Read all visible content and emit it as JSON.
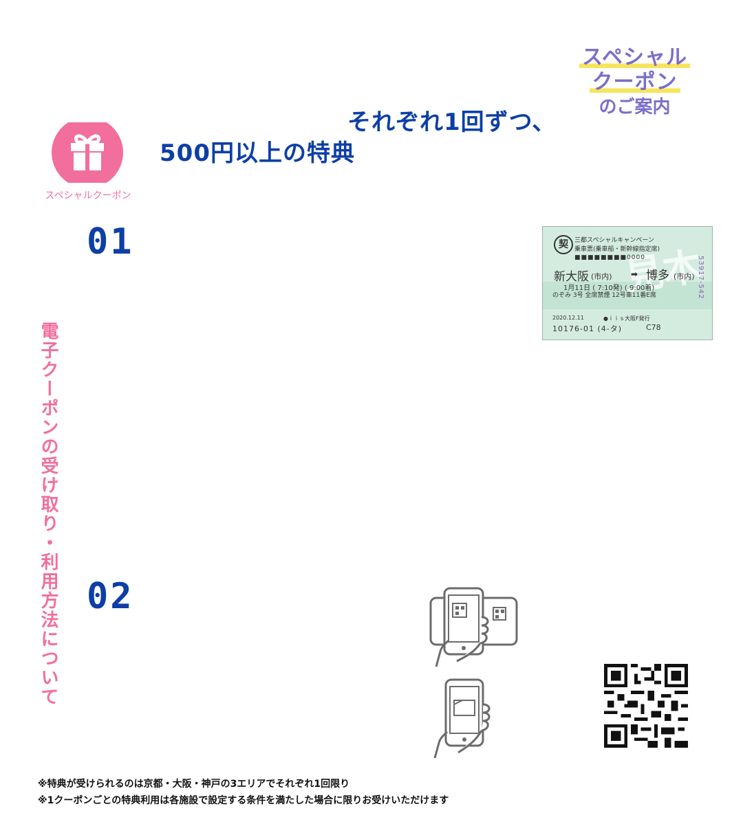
{
  "badge": {
    "line1": "スペシャル",
    "line2": "クーポン",
    "line3": "のご案内"
  },
  "heading": {
    "line1": "それぞれ1回ずつ、",
    "line2": "500円以上の特典"
  },
  "gift": {
    "label": "スペシャルクーポン"
  },
  "steps": {
    "step1": "01",
    "step2": "02"
  },
  "side_title": "電子クーポンの受け取り・利用方法について",
  "ticket": {
    "seal": "契",
    "campaign": "三都スペシャルキャンペーン",
    "type": "乗車票(乗車船・新幹線指定席)",
    "code": "■■■■■■■■0000",
    "from": "新大阪",
    "from_sub": "(市内)",
    "arrow": "➡",
    "to": "博多",
    "to_sub": "(市内)",
    "time": "1月11日 ( 7:10発) ( 9:00着)",
    "car": "のぞみ 3号 全席禁煙 12号車11番E席",
    "watermark": "見本",
    "issue_date": "2020.12.11",
    "issuer": "●ｉｉｓ大阪F発行",
    "serial": "10176-01 (4-タ)",
    "c_code": "C78",
    "side_number": "53917-542"
  },
  "notes": {
    "line1": "※特典が受けられるのは京都・大阪・神戸の3エリアでそれぞれ1回限り",
    "line2": "※1クーポンごとの特典利用は各施設で設定する条件を満たした場合に限りお受けいただけます"
  },
  "colors": {
    "navy": "#0d3fa6",
    "pink": "#f26e9c",
    "purple": "#7a6fc9",
    "highlight": "#f7e45a",
    "ticket_green": "#d4ecdf"
  }
}
